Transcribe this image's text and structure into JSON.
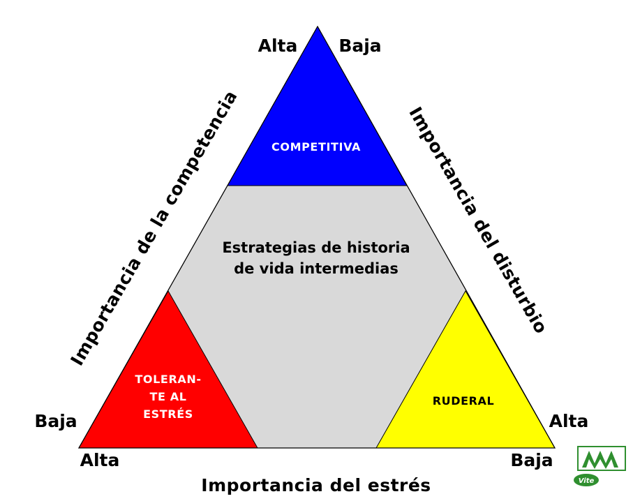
{
  "corners": {
    "top_left": "Alta",
    "top_right": "Baja",
    "left_upper": "Baja",
    "left_lower": "Alta",
    "right_upper": "Alta",
    "right_lower": "Baja"
  },
  "axes": {
    "left": "Importancia de la competencia",
    "right": "Importancia del disturbio",
    "bottom": "Importancia del estrés"
  },
  "regions": {
    "competitive": {
      "label": "COMPETITIVA",
      "color": "#0000ff",
      "text_color": "#ffffff"
    },
    "intermediate": {
      "line1": "Estrategias de historia",
      "line2": "de vida intermedias",
      "color": "#d9d9d9"
    },
    "stress_tolerant": {
      "line1": "TOLERAN-",
      "line2": "TE AL",
      "line3": "ESTRÉS",
      "color": "#ff0000",
      "text_color": "#ffffff"
    },
    "ruderal": {
      "label": "RUDERAL",
      "color": "#ffff00",
      "text_color": "#000000"
    }
  },
  "logo": {
    "mark": "UAM",
    "badge": "Vite",
    "color": "#2f8f2f"
  }
}
